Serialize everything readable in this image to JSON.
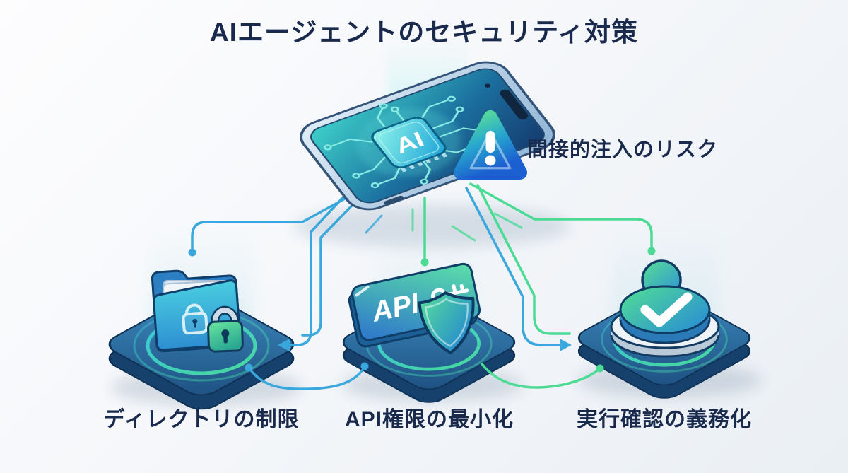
{
  "title": "AIエージェントのセキュリティ対策",
  "risk": {
    "label": "間接的注入のリスク"
  },
  "phone": {
    "chip_label": "AI"
  },
  "measures": [
    {
      "id": "directory-restriction",
      "label": "ディレクトリの制限",
      "icon": "folder-lock-icon"
    },
    {
      "id": "api-permission-minimization",
      "label": "API権限の最小化",
      "icon": "api-shield-icon",
      "badge_label": "API"
    },
    {
      "id": "execution-confirmation",
      "label": "実行確認の義務化",
      "icon": "confirm-button-icon"
    }
  ],
  "colors": {
    "label_text": "#1a2a4d",
    "line_blue": "#3aa8dc",
    "line_green": "#4bdb95",
    "platform_top": "#3b85bc",
    "platform_side": "#16416d",
    "warning_green": "#5fe38f",
    "warning_blue": "#1b5fd0",
    "background": "#f5f7fa"
  }
}
